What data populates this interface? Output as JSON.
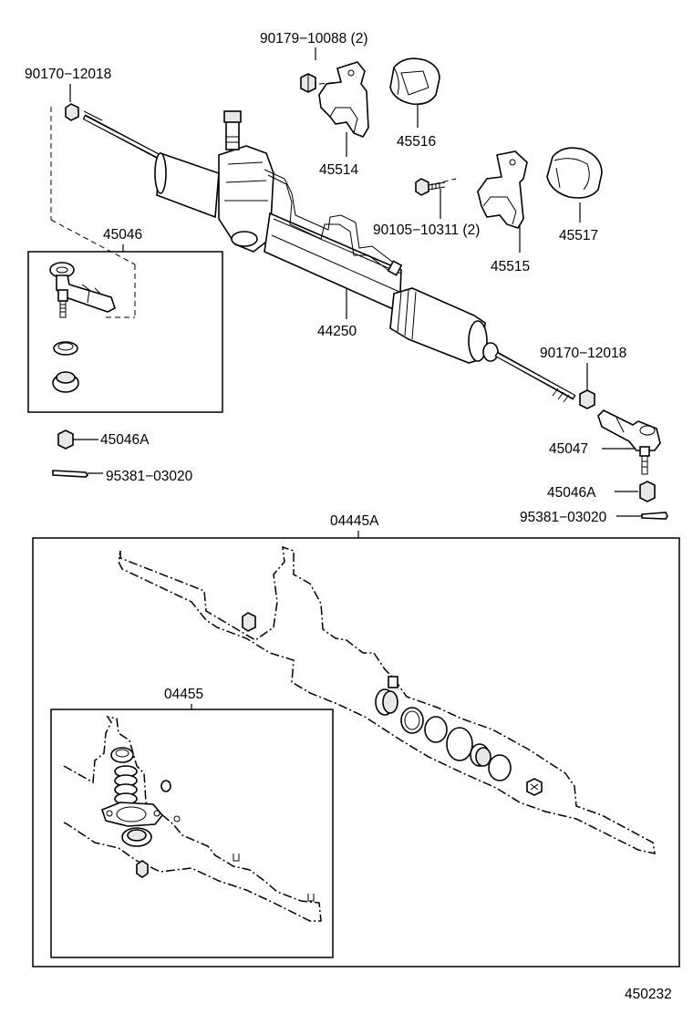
{
  "diagram_id": "450232",
  "labels": {
    "bolt_90170_top": "90170−12018",
    "nut_90179": "90179−10088 (2)",
    "bracket_45514": "45514",
    "bushing_45516": "45516",
    "bolt_90105": "90105−10311 (2)",
    "bracket_45515": "45515",
    "bushing_45517": "45517",
    "tie_rod_end_set_45046": "45046",
    "rack_assy_44250": "44250",
    "nut_90170_right": "90170−12018",
    "nut_45046A_left": "45046A",
    "pin_95381_left": "95381−03020",
    "tie_rod_end_45047": "45047",
    "nut_45046A_right": "45046A",
    "pin_95381_right": "95381−03020",
    "gasket_kit_04445A": "04445A",
    "gasket_kit_04455": "04455"
  }
}
